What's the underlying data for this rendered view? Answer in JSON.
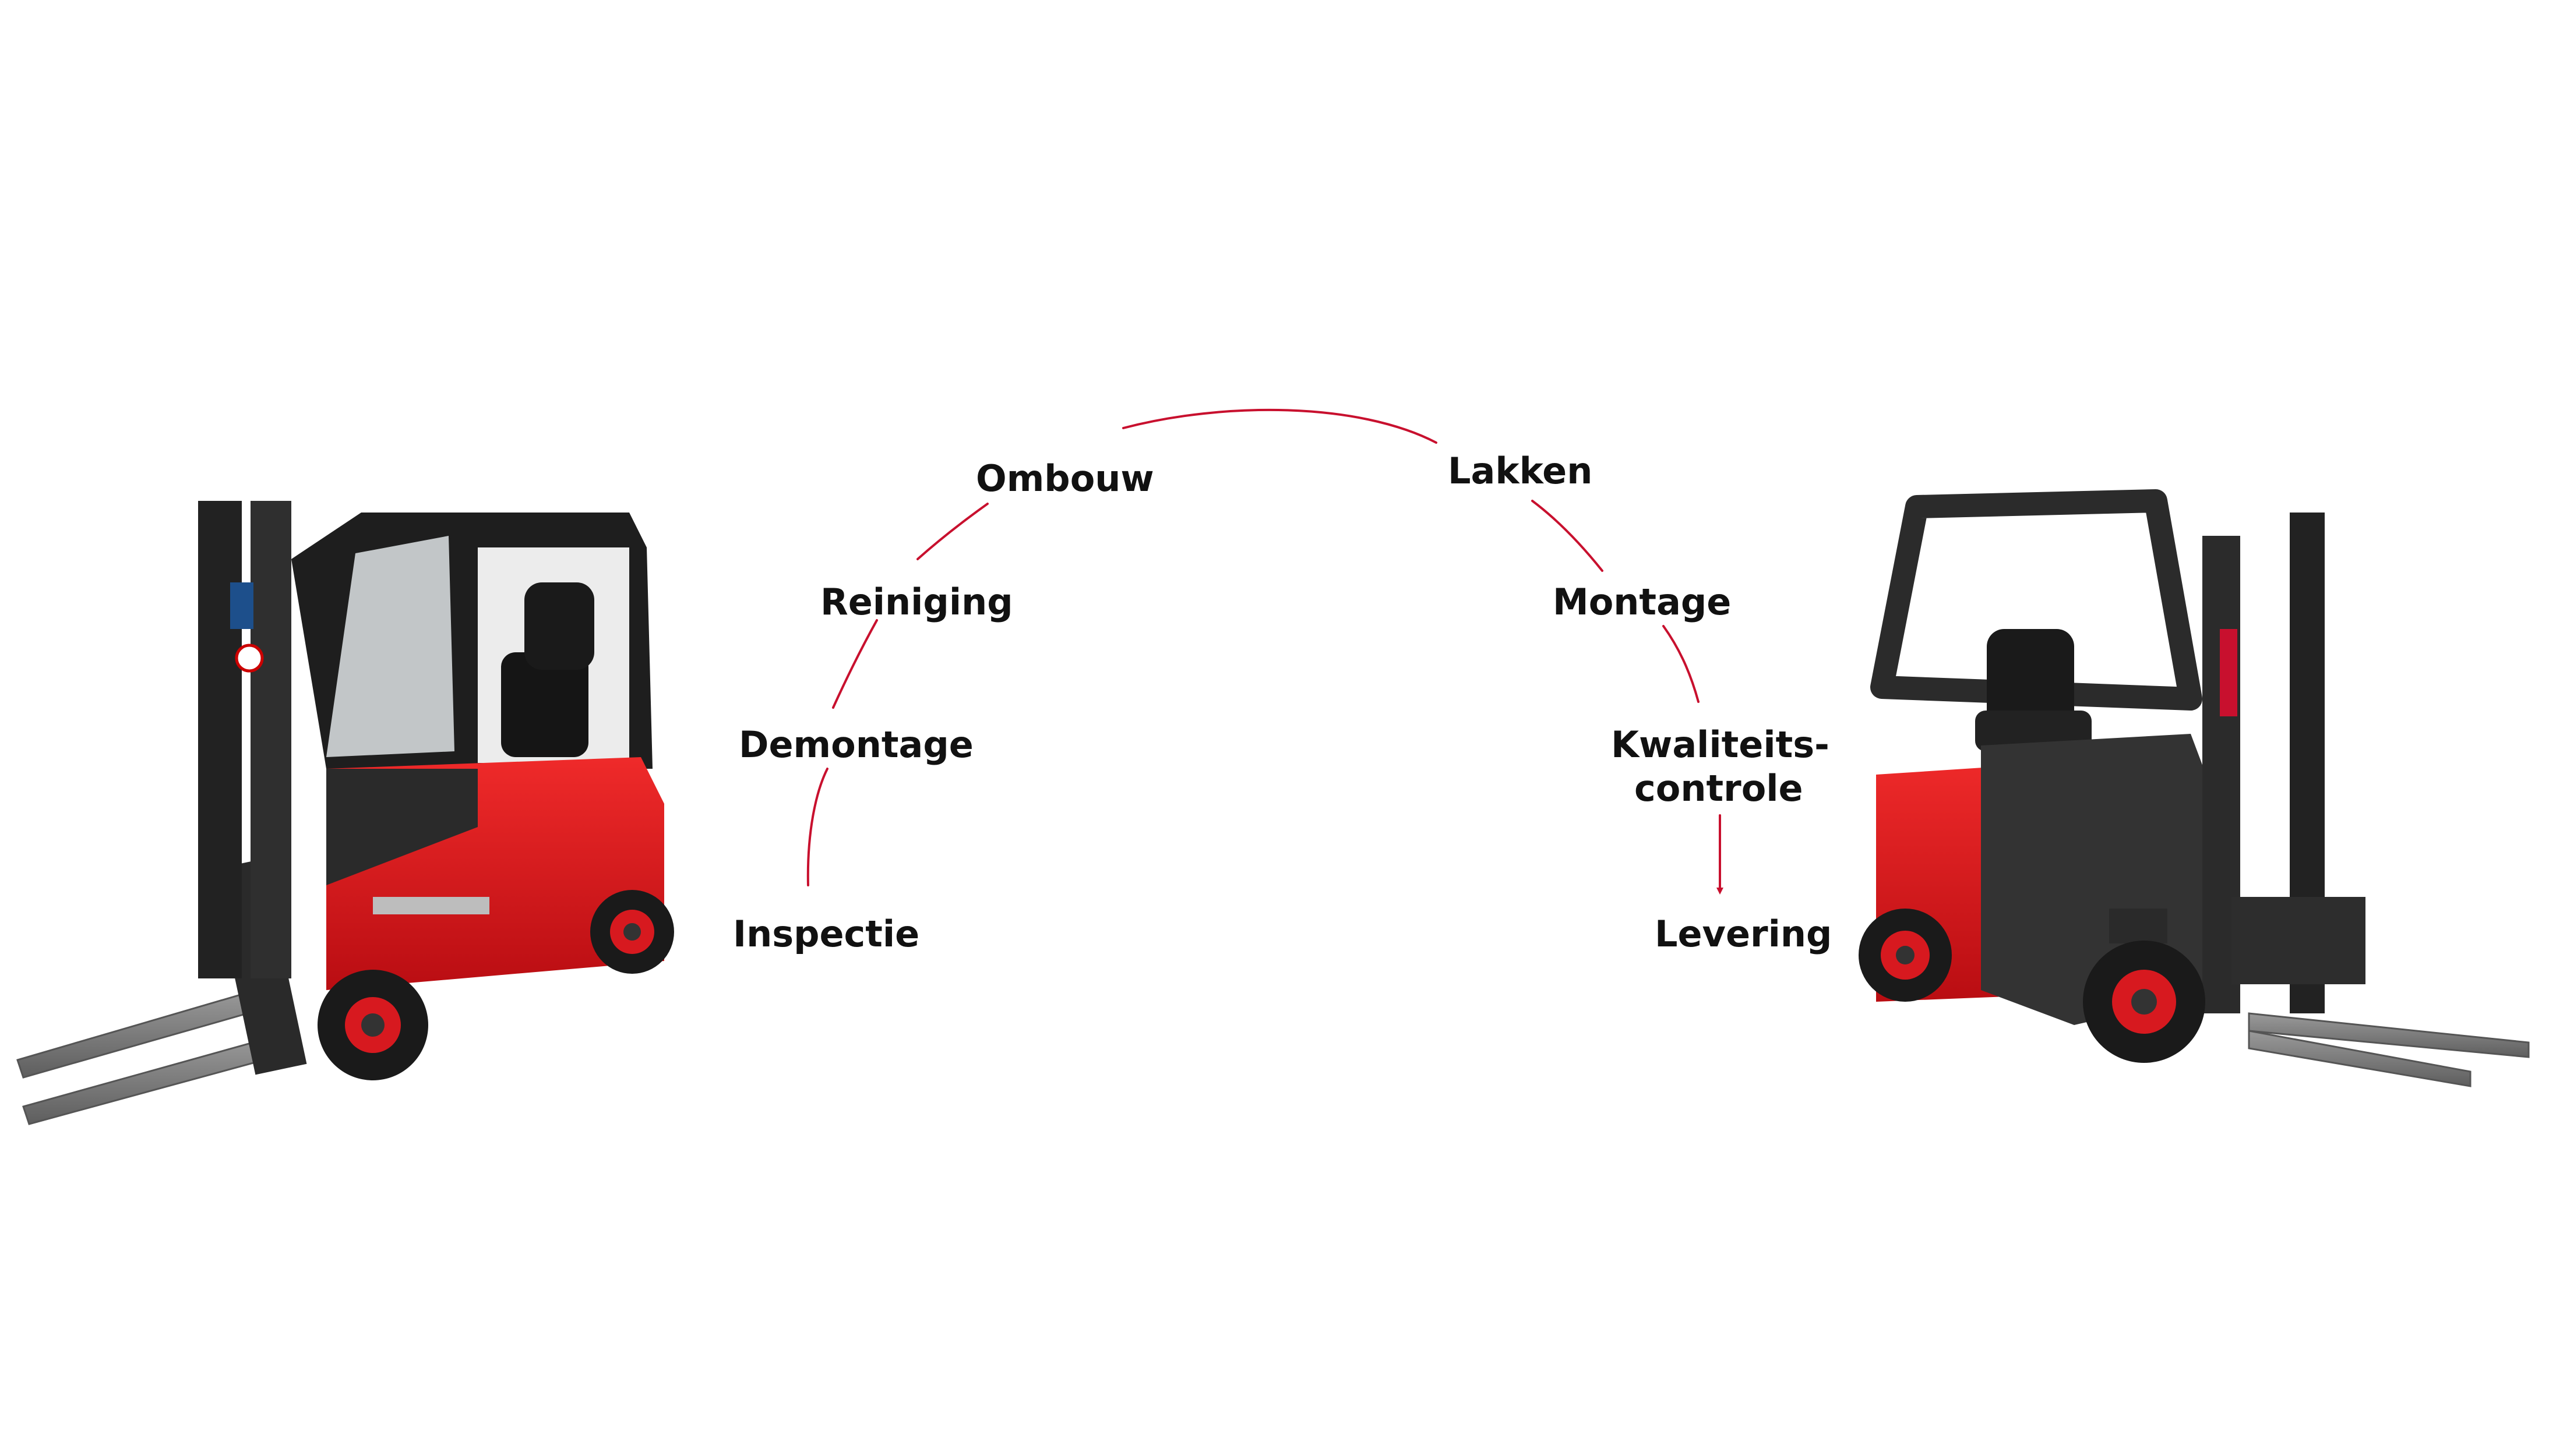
{
  "diagram": {
    "steps": [
      {
        "label": "Inspectie"
      },
      {
        "label": "Demontage"
      },
      {
        "label": "Reiniging"
      },
      {
        "label": "Ombouw"
      },
      {
        "label": "Lakken"
      },
      {
        "label": "Montage"
      },
      {
        "label": "Kwaliteits-",
        "label2": "controle"
      },
      {
        "label": "Levering"
      }
    ],
    "colors": {
      "accent": "#c8102e",
      "text": "#111111",
      "forklift_body": "#e3141b",
      "forklift_dark": "#2b2b2b"
    },
    "left_forklift": {
      "name": "forklift-before-icon",
      "state": "used"
    },
    "right_forklift": {
      "name": "forklift-after-icon",
      "state": "refurbished"
    }
  }
}
